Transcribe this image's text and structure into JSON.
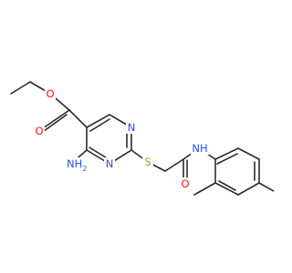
{
  "molecule": {
    "atom_labels": {
      "ester_carbonyl_o": "O",
      "ester_ether_o": "O",
      "ring_n3": "N",
      "ring_n1": "N",
      "amino": "NH",
      "amino_sub": "2",
      "thioether_s": "S",
      "amide_nh": "NH",
      "amide_o": "O"
    },
    "colors": {
      "bond": "#2b2b2b",
      "oxygen": "#ff0d0d",
      "nitrogen": "#3050f8",
      "sulfur": "#b59f00"
    }
  }
}
